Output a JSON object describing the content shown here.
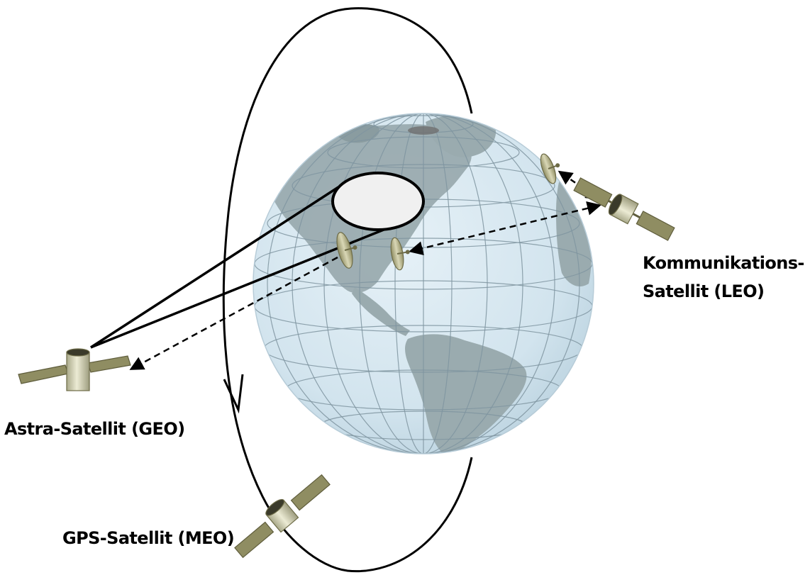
{
  "labels": {
    "leo_line1": "Kommunikations-",
    "leo_line2": "Satellit (LEO)",
    "geo": "Astra-Satellit (GEO)",
    "meo": "GPS-Satellit (MEO)"
  },
  "colors": {
    "ocean": "#d4e6f0",
    "land": "#9aabaf",
    "grid": "#7f95a0",
    "satellite_body": "#d8d8bc",
    "solar_panel": "#8f8d62",
    "line": "#000000"
  }
}
